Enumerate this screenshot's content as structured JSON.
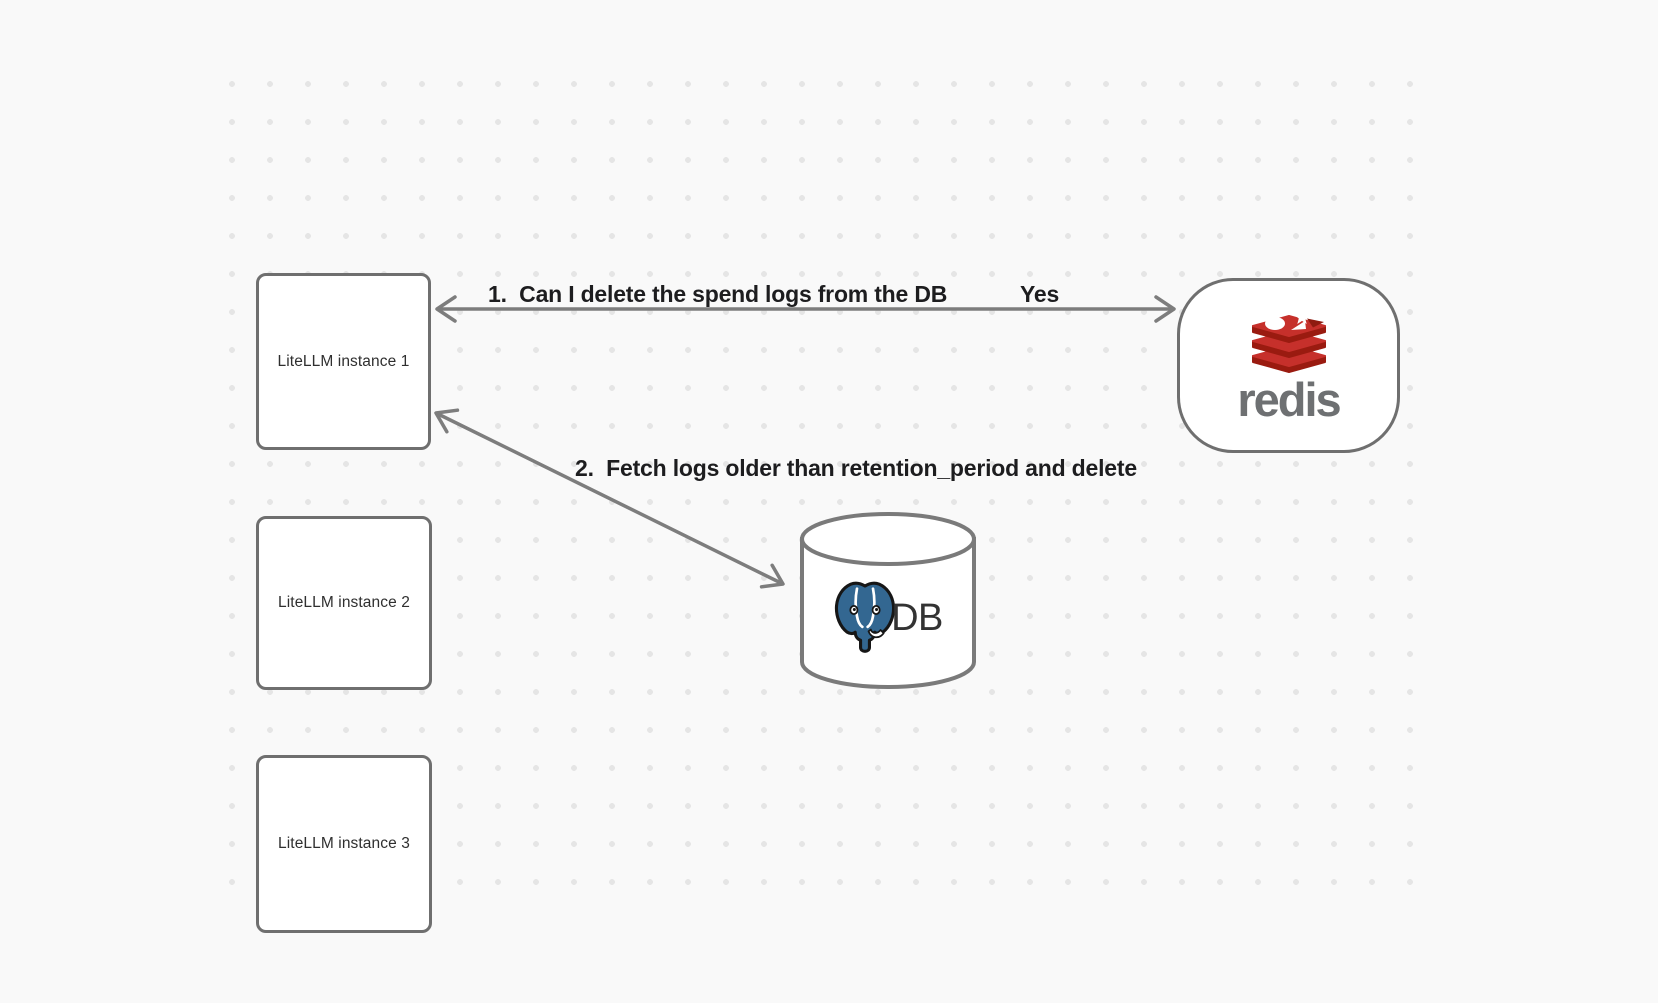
{
  "diagram": {
    "nodes": {
      "instances": [
        {
          "label": "LiteLLM instance 1"
        },
        {
          "label": "LiteLLM instance 2"
        },
        {
          "label": "LiteLLM instance 3"
        }
      ],
      "redis": {
        "label": "redis",
        "icon": "redis-logo-icon"
      },
      "db": {
        "label": "DB",
        "icon": "postgresql-elephant-icon",
        "shape": "cylinder"
      }
    },
    "edges": [
      {
        "from": "LiteLLM instance 1",
        "to": "redis",
        "label": "1.  Can I delete the spend logs from the DB",
        "reply": "Yes",
        "style": "double-headed-arrow"
      },
      {
        "from": "LiteLLM instance 1",
        "to": "DB",
        "label": "2.  Fetch logs older than retention_period and delete",
        "style": "double-headed-arrow"
      }
    ],
    "colors": {
      "background": "#f9f9f9",
      "dot_grid": "#e5e5e5",
      "node_border": "#6f6f6f",
      "node_fill": "#ffffff",
      "arrow": "#7d7d7d",
      "annotation_text": "#1d1d1f",
      "redis_red": "#C6302B",
      "redis_dark_red": "#9A1B10",
      "redis_wordmark": "#6e7072",
      "postgres_blue": "#336791",
      "db_label_text": "#333333"
    }
  }
}
